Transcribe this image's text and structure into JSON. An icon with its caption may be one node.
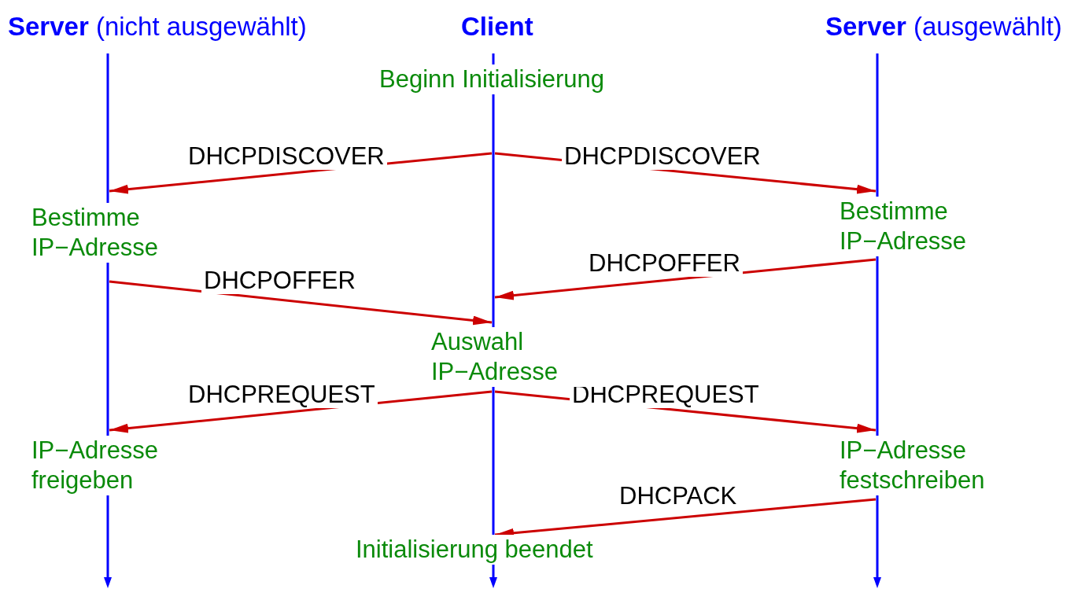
{
  "diagram": {
    "nodes": [
      {
        "text": [
          "**Server** (nicht ausgewählt)"
        ]
      },
      {
        "text": [
          "**Client**"
        ]
      },
      {
        "text": [
          "**Server** (ausgewählt)"
        ]
      }
    ],
    "edges": [
      {
        "from": 1,
        "to": 0,
        "arrow": "to",
        "label": "DHCPDISCOVER"
      },
      {
        "from": 1,
        "to": 2,
        "arrow": "to",
        "label": "DHCPDISCOVER"
      },
      {
        "from": 0,
        "to": 1,
        "arrow": "to",
        "label": "DHCPOFFER"
      },
      {
        "from": 2,
        "to": 1,
        "arrow": "to",
        "label": "DHCPOFFER"
      },
      {
        "from": 1,
        "to": 0,
        "arrow": "to",
        "label": "DHCPREQUEST"
      },
      {
        "from": 1,
        "to": 2,
        "arrow": "to",
        "label": "DHCPREQUEST"
      },
      {
        "from": 2,
        "to": 1,
        "arrow": "to",
        "label": "DHCPACK"
      }
    ],
    "labels": [
      "Beginn Initialisierung",
      "Bestimme IP−Adresse",
      "Bestimme IP−Adresse",
      "Auswahl IP−Adresse",
      "IP−Adresse freigeben",
      "IP−Adresse festschreiben",
      "Initialisierung beendet"
    ]
  }
}
